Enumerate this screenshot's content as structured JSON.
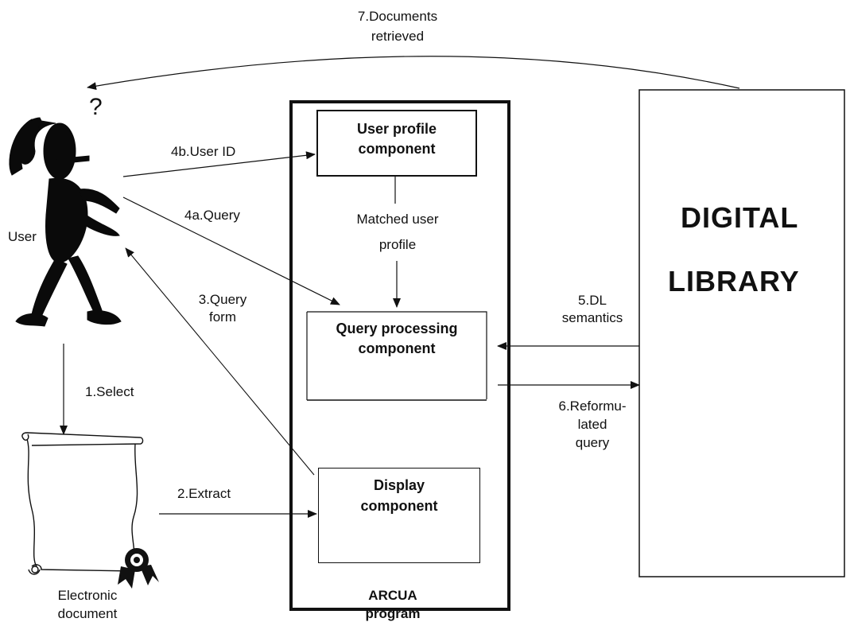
{
  "components": {
    "user_profile": [
      "User profile",
      "component"
    ],
    "query_processing": [
      "Query processing",
      "component"
    ],
    "display": [
      "Display",
      "component"
    ]
  },
  "program_label": [
    "ARCUA",
    "program"
  ],
  "library_label": [
    "DIGITAL",
    "LIBRARY"
  ],
  "actors": {
    "user": "User",
    "document": [
      "Electronic",
      "document"
    ]
  },
  "flows": {
    "select": "1.Select",
    "extract": "2.Extract",
    "query_form": [
      "3.Query",
      "form"
    ],
    "query": "4a.Query",
    "user_id": "4b.User ID",
    "matched_profile": [
      "Matched user",
      "profile"
    ],
    "dl_semantics": [
      "5.DL",
      "semantics"
    ],
    "reformulated": [
      "6.Reformu-",
      "lated",
      "query"
    ],
    "documents_retrieved": [
      "7.Documents",
      "retrieved"
    ]
  },
  "question_mark": "?"
}
